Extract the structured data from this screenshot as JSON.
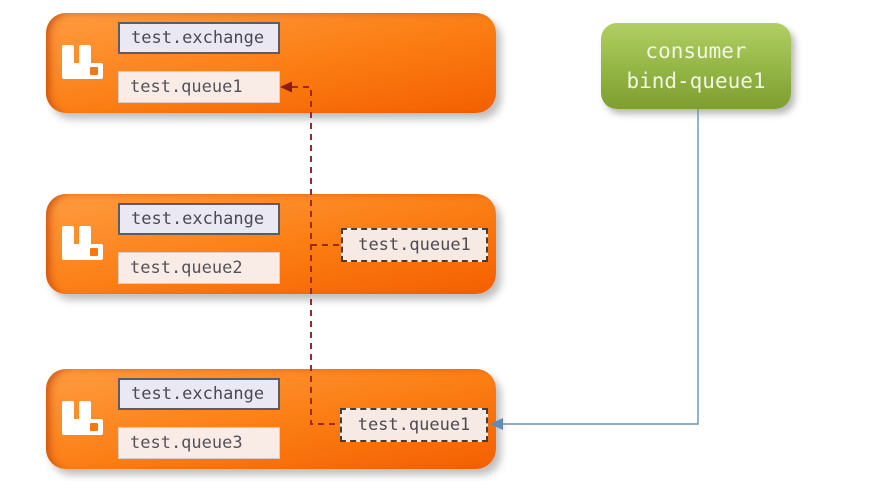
{
  "brokers": [
    {
      "exchange_label": "test.exchange",
      "queue_label": "test.queue1"
    },
    {
      "exchange_label": "test.exchange",
      "queue_label": "test.queue2"
    },
    {
      "exchange_label": "test.exchange",
      "queue_label": "test.queue3"
    }
  ],
  "ghost_queues": [
    {
      "label": "test.queue1"
    },
    {
      "label": "test.queue1"
    }
  ],
  "consumer": {
    "line1": "consumer",
    "line2": "bind-queue1"
  },
  "icons": {
    "broker_icon": "rabbitmq-logo"
  },
  "colors": {
    "broker_gradient_top": "#ff9c40",
    "broker_gradient_bottom": "#f45f00",
    "exchange_bg": "#eae8f2",
    "exchange_border": "#5e5b66",
    "queue_bg": "#f9ece7",
    "ghost_bg": "#f7eae4",
    "ghost_border": "#423e3c",
    "consumer_gradient_top": "#b2cf63",
    "consumer_gradient_bottom": "#7e9e31",
    "binding_dashed_line": "#9c2a22",
    "binding_arrowhead": "#8a1d14",
    "consume_line": "#6591bd"
  }
}
